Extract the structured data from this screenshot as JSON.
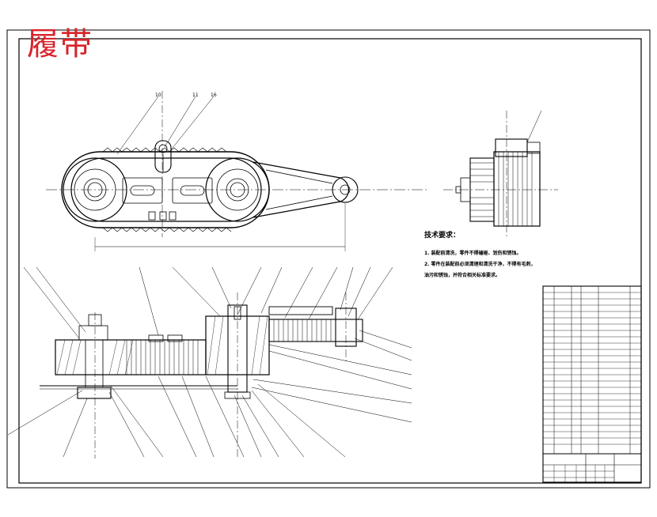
{
  "title": "履带",
  "notes": {
    "heading": "技术要求：",
    "lines": [
      "1. 装配前清洗，零件不得磕碰、划伤和锈蚀。",
      "2. 零件在装配前必须清理和清洗干净，不得有毛刺，",
      "油污和锈蚀，并符合相关标准要求。"
    ]
  },
  "colors": {
    "line": "#000000",
    "stamp": "#d8232a",
    "paper": "#ffffff"
  }
}
